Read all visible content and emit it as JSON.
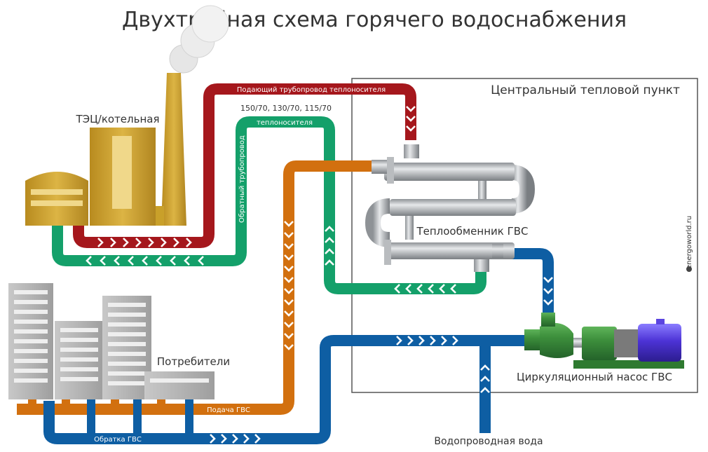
{
  "title": "Двухтрубная схема горячего водоснабжения",
  "labels": {
    "tec": "ТЭЦ/котельная",
    "ctp": "Центральный тепловой пункт",
    "heat_exchanger": "Теплообменник ГВС",
    "consumers": "Потребители",
    "pump": "Циркуляционный насос ГВС",
    "tap_water": "Водопроводная вода",
    "supply_pipe": "Подающий трубопровод теплоносителя",
    "temperatures": "150/70, 130/70, 115/70",
    "return_pipe_a": "Обратный трубопровод",
    "return_pipe_b": "теплоносителя",
    "gvs_supply": "Подача ГВС",
    "gvs_return": "Обратка ГВС",
    "watermark": "energoworld.ru"
  },
  "colors": {
    "supply_heat": "#a5171c",
    "return_heat": "#14a06a",
    "gvs_supply": "#d2700f",
    "gvs_return": "#0e5ea3",
    "building_gold": "#c9a02a",
    "frame": "#555555"
  },
  "icons": [
    "chimney-smoke-icon",
    "flow-arrow-icon",
    "pump-motor-icon",
    "watermark-logo-icon"
  ]
}
